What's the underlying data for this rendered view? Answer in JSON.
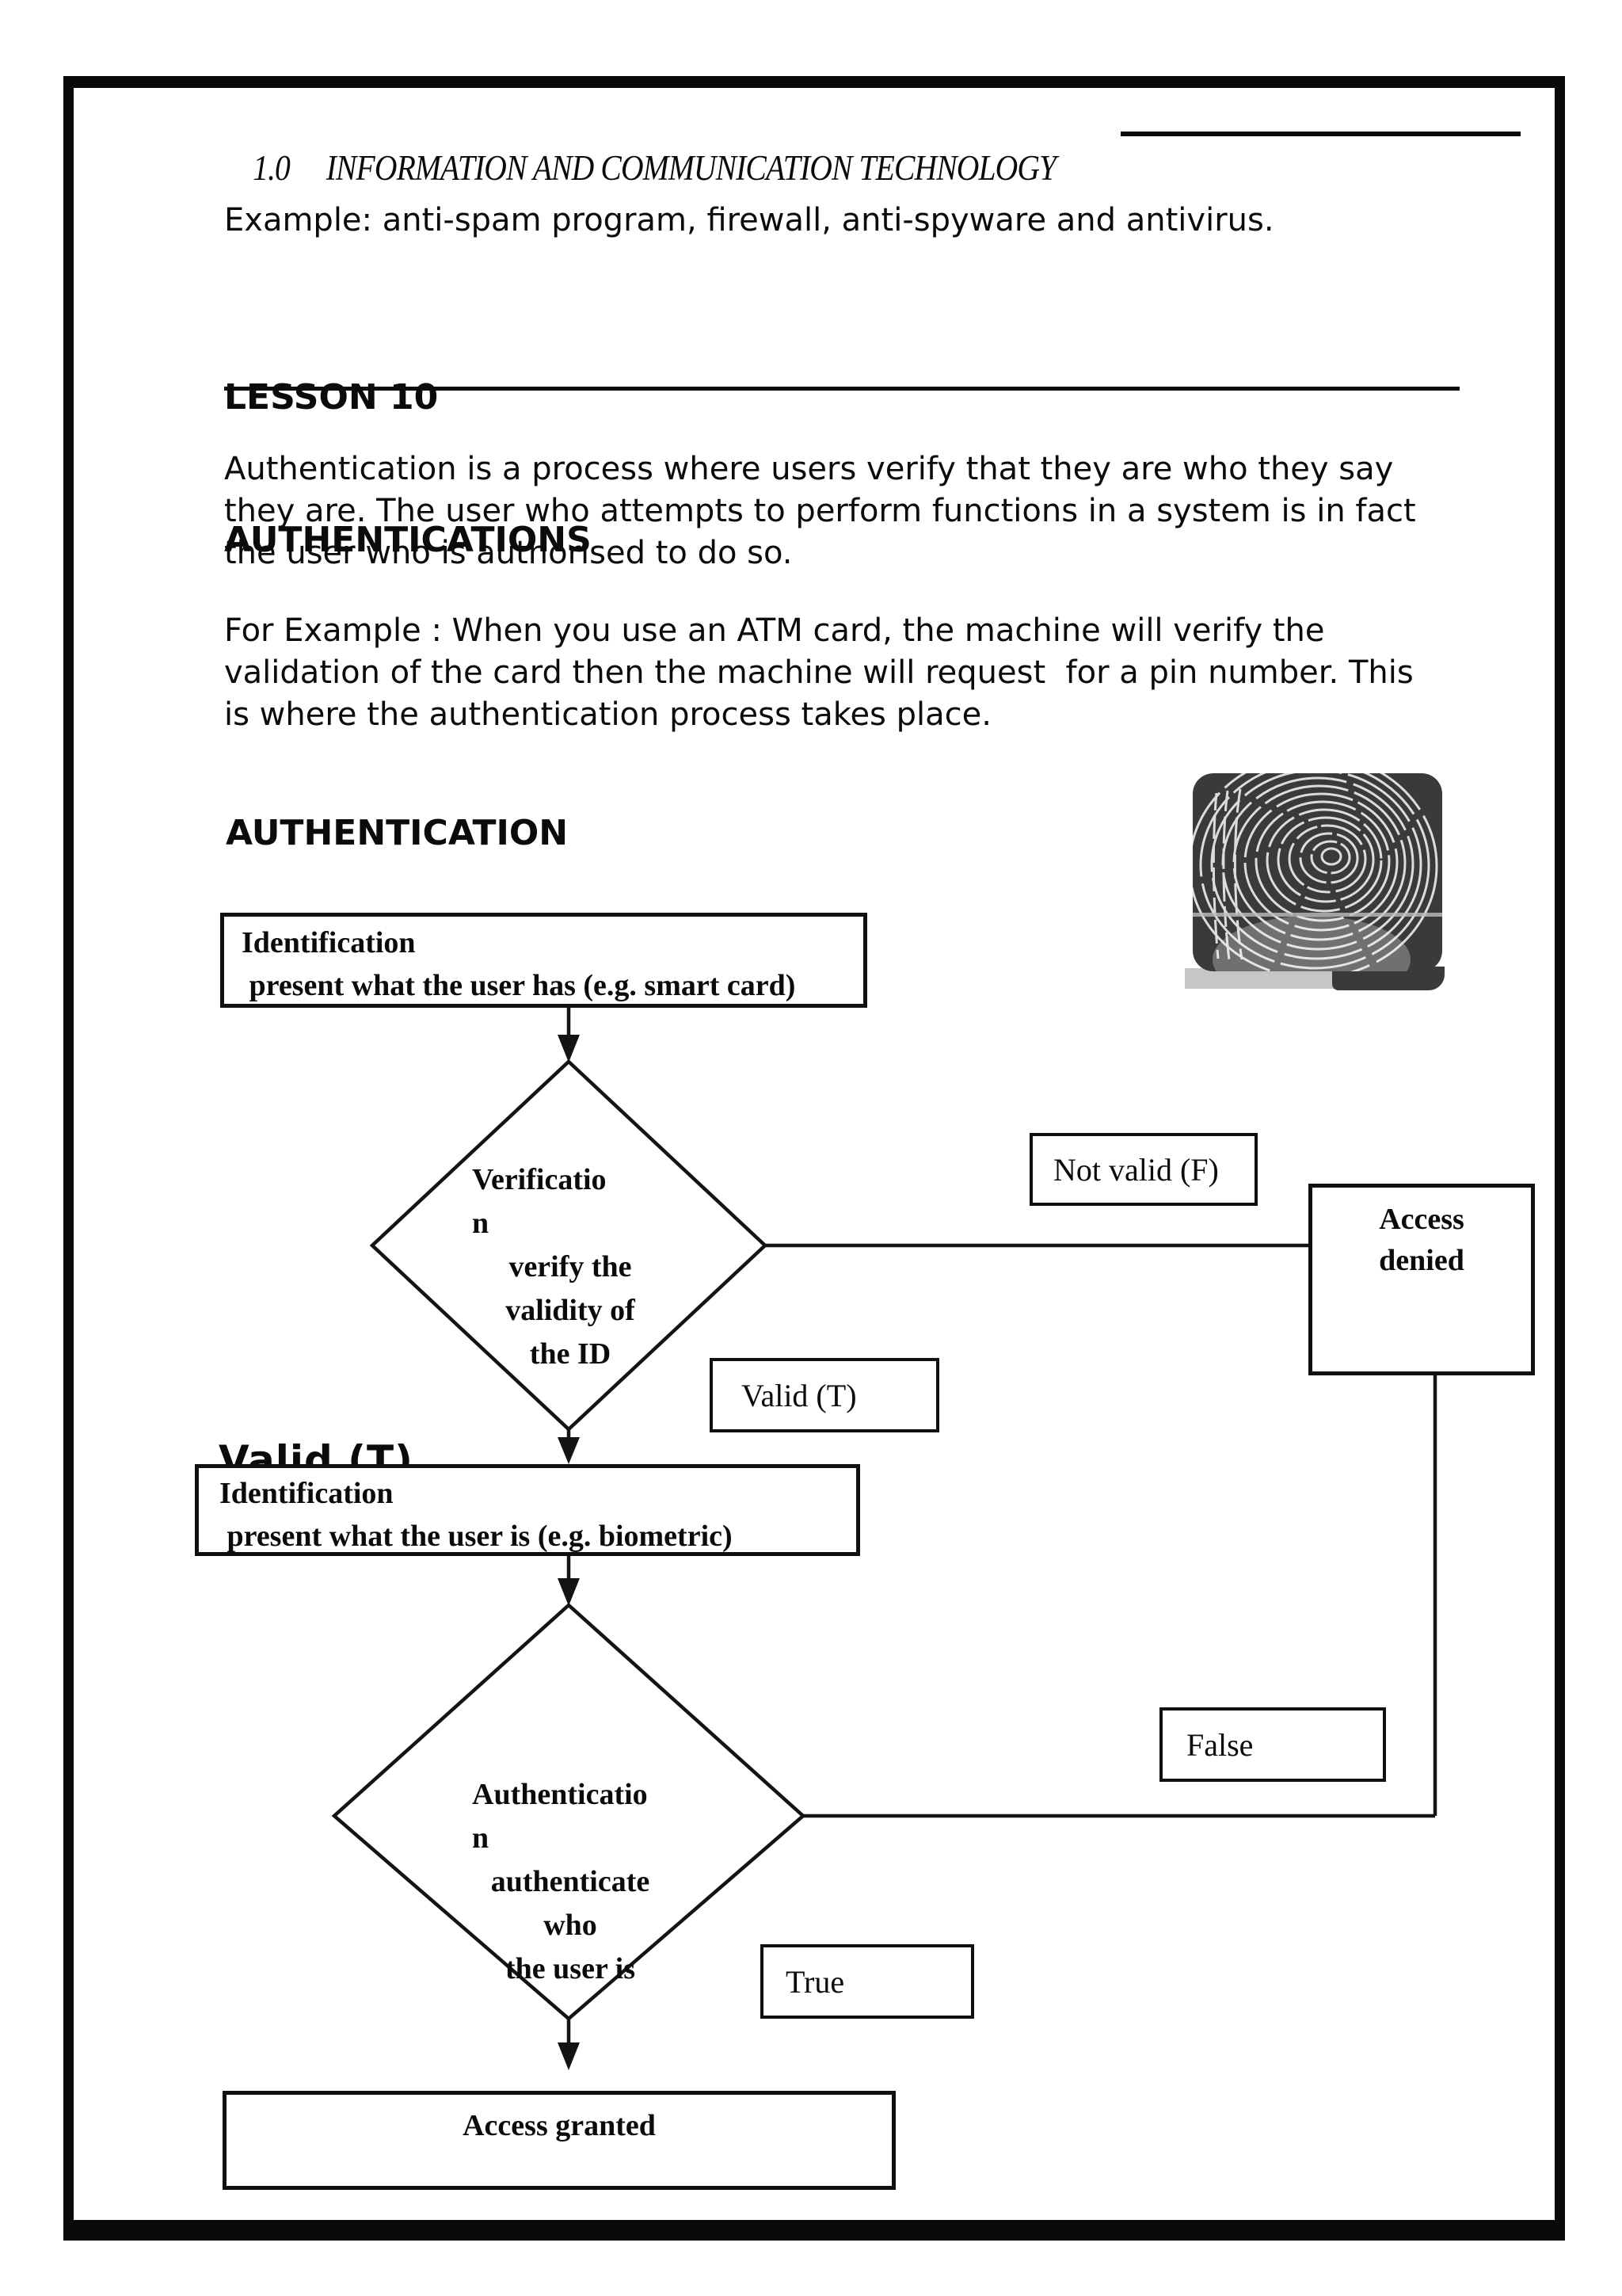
{
  "colors": {
    "ink": "#0b0b0b",
    "paper": "#ffffff",
    "fingerprint_bg": "#3a3a3a",
    "ridge": "#dcdcdc",
    "artifact_gray": "#c6c6c6"
  },
  "header": {
    "number": "1.0",
    "title": "INFORMATION AND COMMUNICATION TECHNOLOGY"
  },
  "intro": {
    "example_text": "Example: anti-spam program, firewall, anti-spyware and antivirus.",
    "lesson_line1": "LESSON 10",
    "lesson_line2": "AUTHENTICATIONS",
    "p1_lines": [
      "Authentication is a process where users verify that they are who they say",
      "they are. The user who attempts to perform functions in a system is in fact",
      "the user who is authorised to do so."
    ],
    "p2_lines": [
      "For Example : When you use an ATM card, the machine will verify the",
      "validation of the card then the machine will request  for a pin number. This",
      "is where the authentication process takes place."
    ],
    "section_heading": "AUTHENTICATION"
  },
  "flowchart": {
    "box_identification1": {
      "line1": "Identification",
      "line2": " present what the user has (e.g. smart card)"
    },
    "diamond_verification": {
      "lines": [
        "Verificatio",
        "n",
        "verify the",
        "validity of",
        "the ID"
      ]
    },
    "label_not_valid": "Not valid (F)",
    "box_access_denied": {
      "line1": "Access",
      "line2": "denied"
    },
    "label_valid": "Valid (T)",
    "label_valid_clipped": "Valid (T)",
    "box_identification2": {
      "line1": "Identification",
      "line2": " present what the user is (e.g. biometric)"
    },
    "diamond_authentication": {
      "lines": [
        "Authenticatio",
        "n",
        "authenticate",
        "who",
        "the user is"
      ]
    },
    "label_false": "False",
    "label_true": "True",
    "box_access_granted": "Access granted"
  }
}
